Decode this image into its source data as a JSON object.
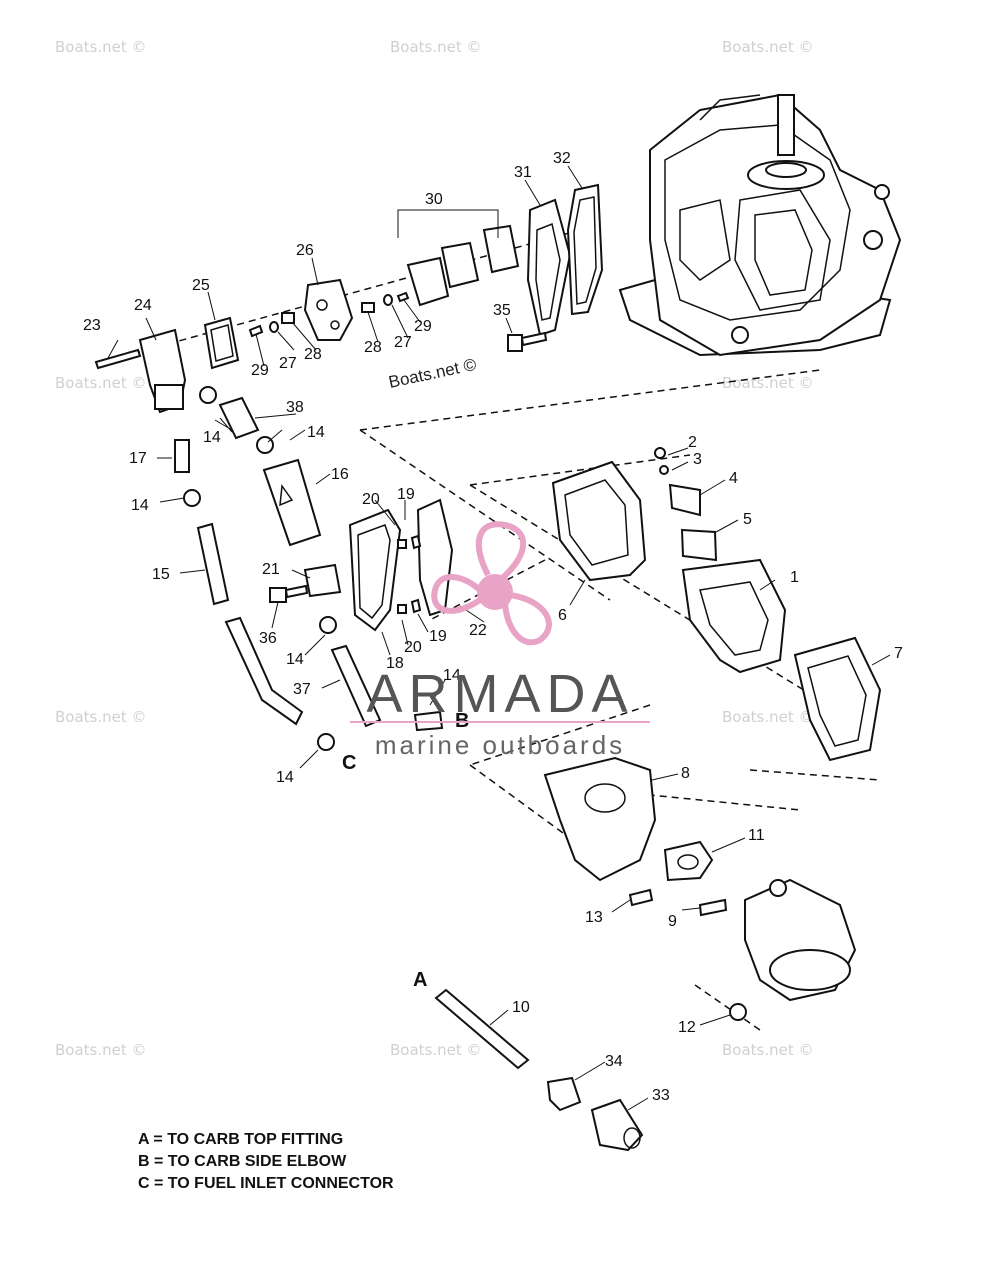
{
  "watermark": {
    "text": "Boats.net ©"
  },
  "brand": {
    "name": "ARMADA",
    "tagline": "marine outboards",
    "color": "#e8a3c6"
  },
  "callouts": [
    "1",
    "2",
    "3",
    "4",
    "5",
    "6",
    "7",
    "8",
    "9",
    "10",
    "11",
    "12",
    "13",
    "14",
    "15",
    "16",
    "17",
    "18",
    "19",
    "20",
    "21",
    "22",
    "23",
    "24",
    "25",
    "26",
    "27",
    "28",
    "29",
    "30",
    "31",
    "32",
    "33",
    "34",
    "35",
    "36",
    "37",
    "38"
  ],
  "letters": {
    "a": "A",
    "b": "B",
    "c": "C"
  },
  "legend": {
    "a": "A = TO CARB TOP FITTING",
    "b": "B = TO CARB SIDE ELBOW",
    "c": "C = TO FUEL INLET CONNECTOR"
  }
}
